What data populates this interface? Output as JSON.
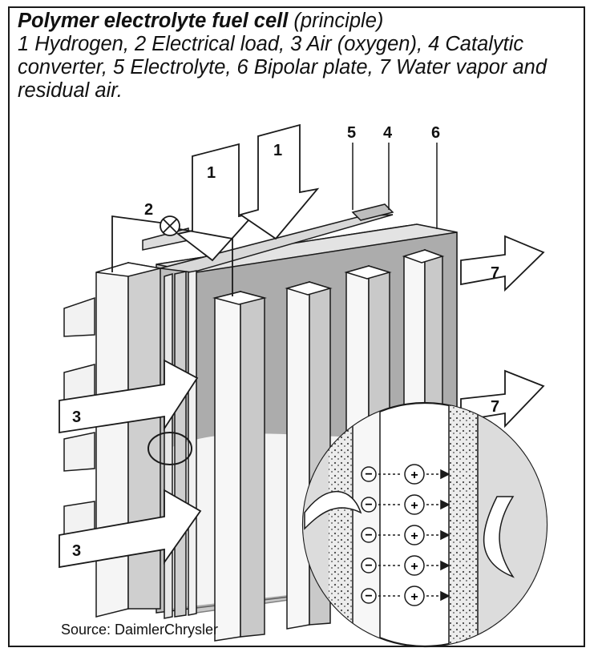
{
  "caption": {
    "title": "Polymer electrolyte fuel cell",
    "title_suffix": " (principle)",
    "legend_text": "1 Hydrogen, 2 Electrical load, 3 Air (oxygen), 4 Catalytic converter, 5 Electrolyte, 6 Bipolar plate, 7 Water vapor and residual air."
  },
  "labels": {
    "hydrogen_a": "1",
    "hydrogen_b": "1",
    "load": "2",
    "air_a": "3",
    "air_b": "3",
    "catalyst": "4",
    "electrolyte": "5",
    "bipolar": "6",
    "exhaust_a": "7",
    "exhaust_b": "7"
  },
  "inset": {
    "anions": [
      "−",
      "−",
      "−",
      "−",
      "−"
    ],
    "cations": [
      "+",
      "+",
      "+",
      "+",
      "+"
    ]
  },
  "source": "Source: DaimlerChrysler",
  "colors": {
    "ink": "#1a1a1a",
    "light": "#ffffff",
    "mid": "#cfcfcf",
    "dark": "#8f8f8f",
    "stipple": "#b5b5b5"
  }
}
